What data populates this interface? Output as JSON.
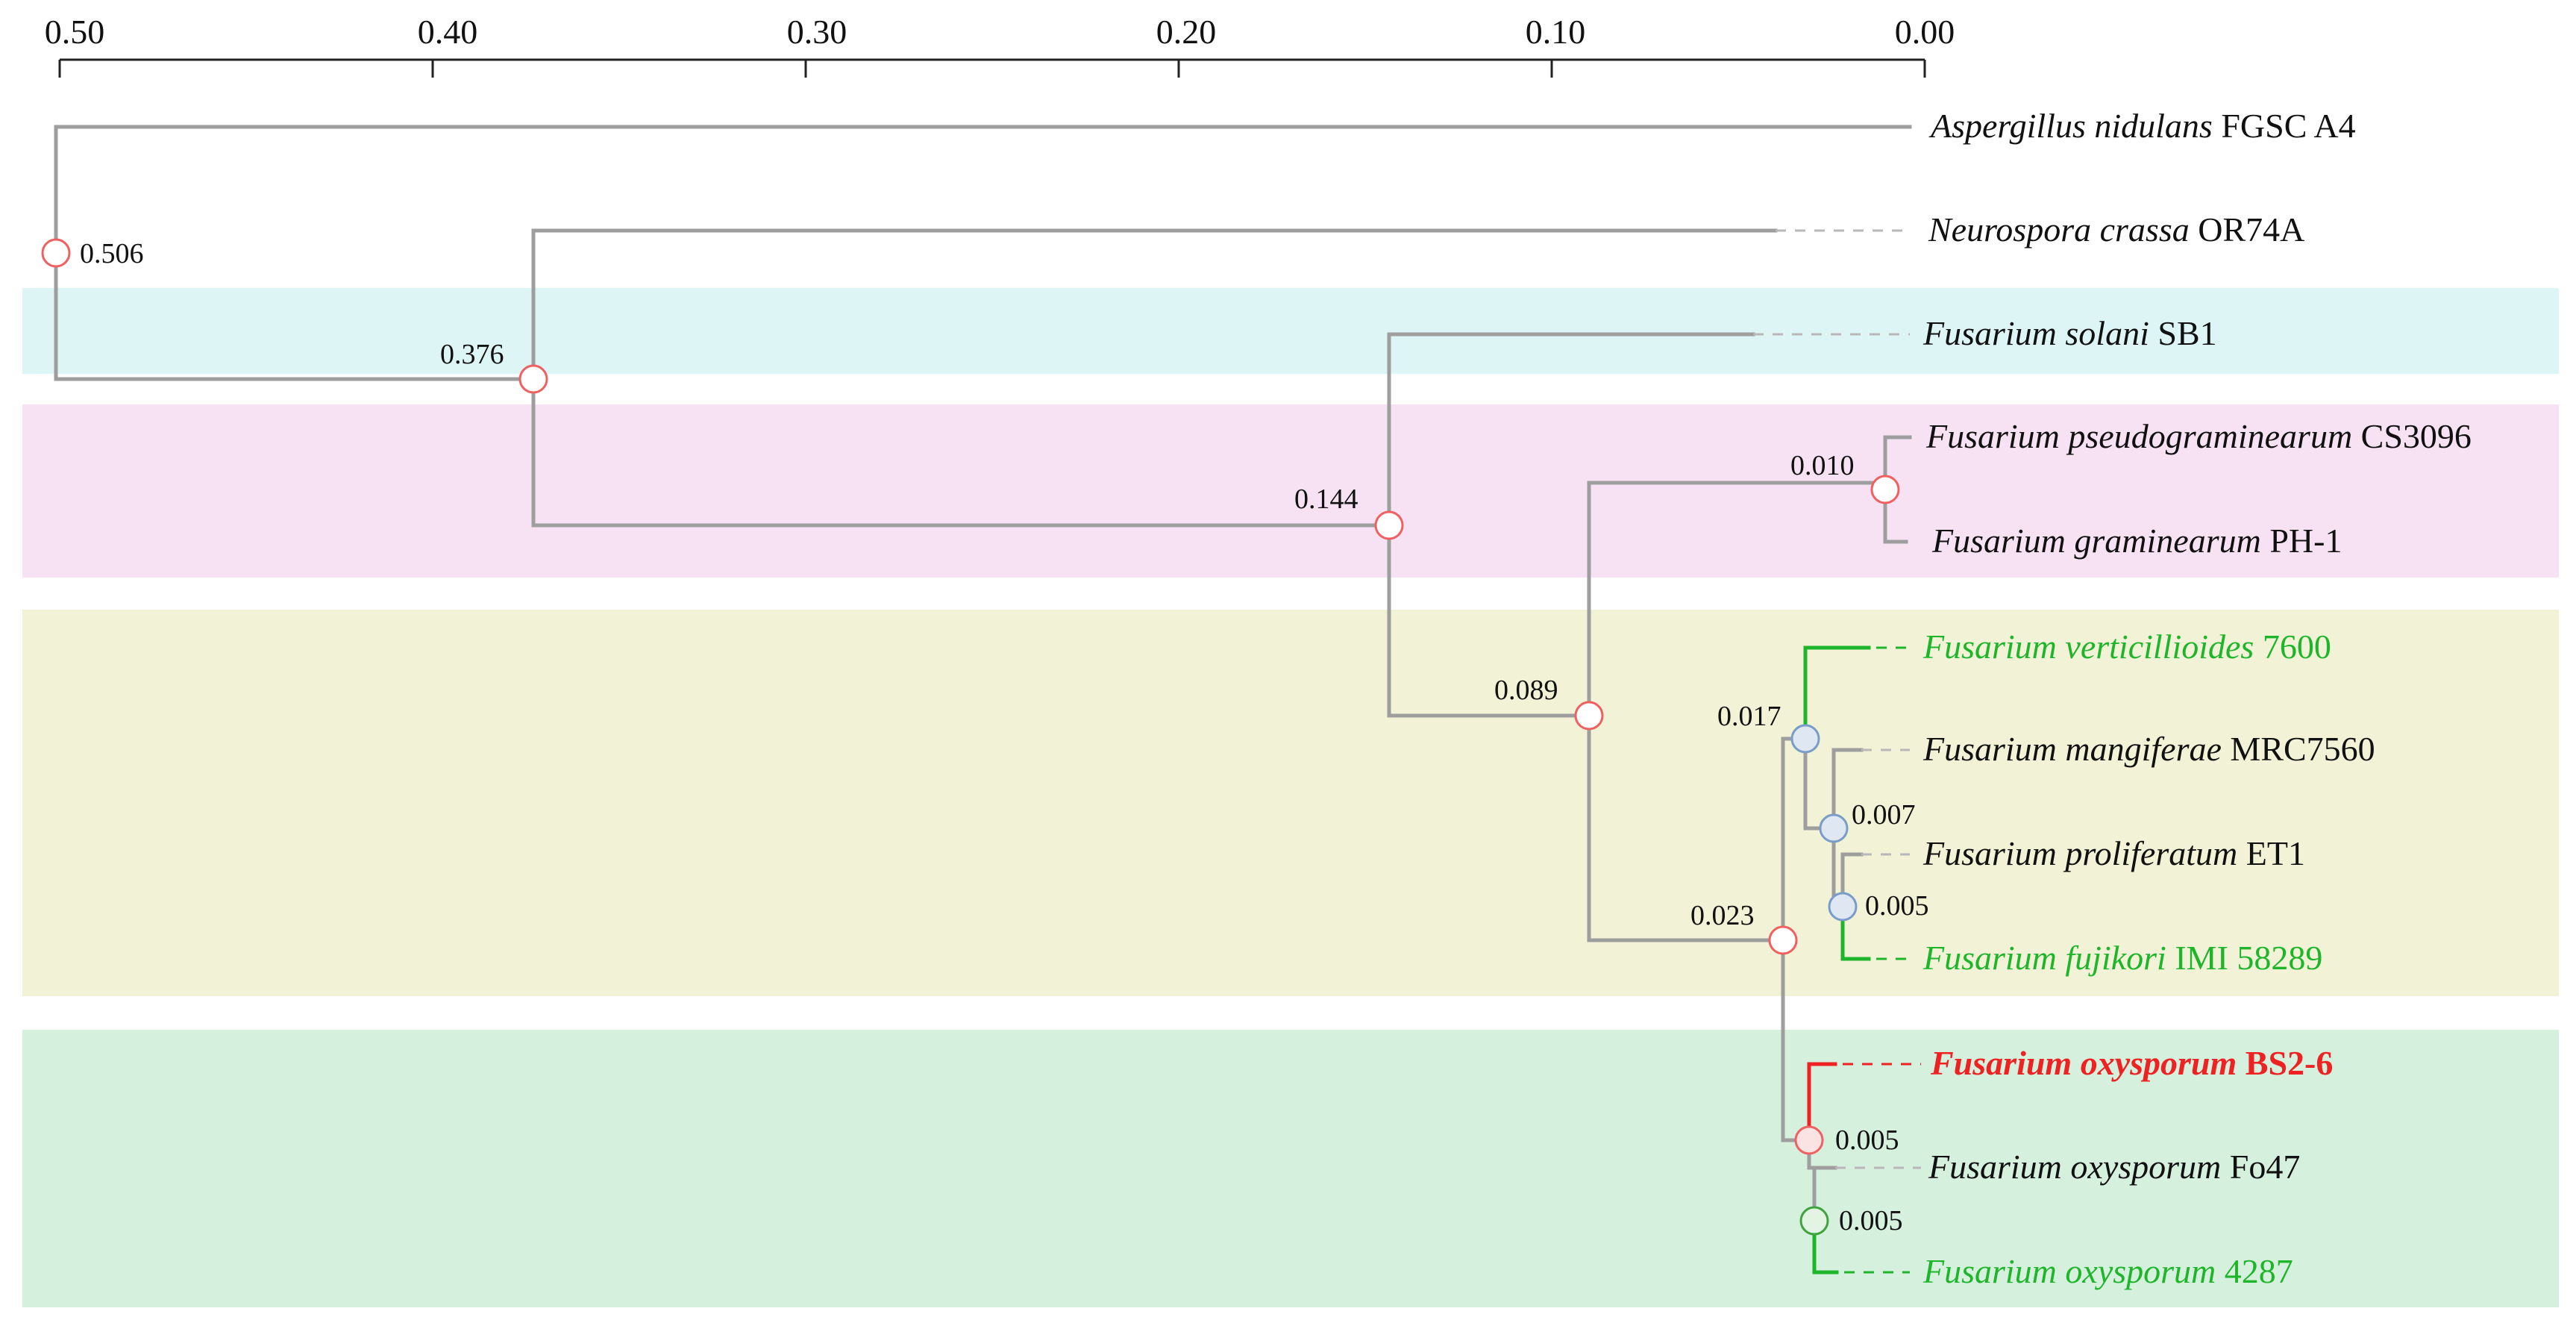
{
  "axis": {
    "ticks": [
      "0.50",
      "0.40",
      "0.30",
      "0.20",
      "0.10",
      "0.00"
    ],
    "tick_values": [
      0.5,
      0.4,
      0.3,
      0.2,
      0.1,
      0.0
    ]
  },
  "colors": {
    "branch": "#9e9e9e",
    "highlight_green": "#1fb52a",
    "highlight_red": "#ee2222",
    "node_red": "#f06060",
    "node_blue": "#7a9cc8",
    "node_green": "#3fa43f",
    "band_cyan": "#def5f6",
    "band_pink": "#f7e2f4",
    "band_olive": "#f1f2d6",
    "band_green": "#d6f0de"
  },
  "taxa": [
    {
      "id": "t1",
      "genus": "Aspergillus nidulans",
      "strain": "FGSC A4",
      "color": "#111111",
      "bold": false
    },
    {
      "id": "t2",
      "genus": "Neurospora crassa",
      "strain": "OR74A",
      "color": "#111111",
      "bold": false
    },
    {
      "id": "t3",
      "genus": "Fusarium solani",
      "strain": "SB1",
      "color": "#111111",
      "bold": false
    },
    {
      "id": "t4",
      "genus": "Fusarium pseudograminearum",
      "strain": "CS3096",
      "color": "#111111",
      "bold": false
    },
    {
      "id": "t5",
      "genus": "Fusarium graminearum",
      "strain": "PH-1",
      "color": "#111111",
      "bold": false
    },
    {
      "id": "t6",
      "genus": "Fusarium verticillioides",
      "strain": "7600",
      "color": "#1fb52a",
      "bold": false
    },
    {
      "id": "t7",
      "genus": "Fusarium mangiferae",
      "strain": "MRC7560",
      "color": "#111111",
      "bold": false
    },
    {
      "id": "t8",
      "genus": "Fusarium proliferatum",
      "strain": "ET1",
      "color": "#111111",
      "bold": false
    },
    {
      "id": "t9",
      "genus": "Fusarium fujikori",
      "strain": "IMI 58289",
      "color": "#1fb52a",
      "bold": false
    },
    {
      "id": "t10",
      "genus": "Fusarium oxysporum",
      "strain": "BS2-6",
      "color": "#ee2222",
      "bold": true
    },
    {
      "id": "t11",
      "genus": "Fusarium oxysporum",
      "strain": "Fo47",
      "color": "#111111",
      "bold": false
    },
    {
      "id": "t12",
      "genus": "Fusarium oxysporum",
      "strain": "4287",
      "color": "#1fb52a",
      "bold": false
    }
  ],
  "nodes": [
    {
      "id": "n1",
      "label": "0.506",
      "distance": 0.506
    },
    {
      "id": "n2",
      "label": "0.376",
      "distance": 0.376
    },
    {
      "id": "n3",
      "label": "0.144",
      "distance": 0.144
    },
    {
      "id": "n4",
      "label": "0.010",
      "distance": 0.01
    },
    {
      "id": "n5",
      "label": "0.089",
      "distance": 0.089
    },
    {
      "id": "n6",
      "label": "0.023",
      "distance": 0.023
    },
    {
      "id": "n7",
      "label": "0.017",
      "distance": 0.017
    },
    {
      "id": "n8",
      "label": "0.007",
      "distance": 0.007
    },
    {
      "id": "n9",
      "label": "0.005",
      "distance": 0.005
    },
    {
      "id": "n10",
      "label": "0.005",
      "distance": 0.005
    },
    {
      "id": "n11",
      "label": "0.005",
      "distance": 0.005
    }
  ]
}
